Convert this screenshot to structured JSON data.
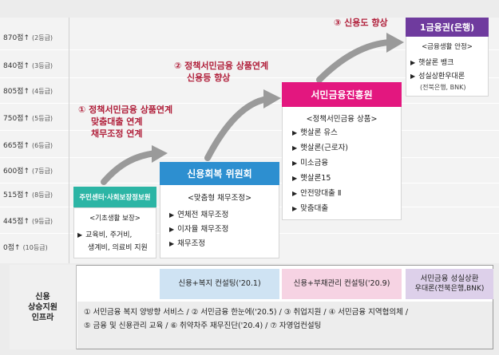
{
  "axis": {
    "levels": [
      {
        "score": "870점↑",
        "grade": "(2등급)"
      },
      {
        "score": "840점↑",
        "grade": "(3등급)"
      },
      {
        "score": "805점↑",
        "grade": "(4등급)"
      },
      {
        "score": "750점↑",
        "grade": "(5등급)"
      },
      {
        "score": "665점↑",
        "grade": "(6등급)"
      },
      {
        "score": "600점↑",
        "grade": "(7등급)"
      },
      {
        "score": "515점↑",
        "grade": "(8등급)"
      },
      {
        "score": "445점↑",
        "grade": "(9등급)"
      },
      {
        "score": "0점↑",
        "grade": "(10등급)"
      }
    ]
  },
  "stages": {
    "center": {
      "title": "주민센터·사회보장정보원",
      "subtitle": "<기초생활 보장>",
      "items": [
        "교육비, 주거비,",
        "생계비, 의료비 지원"
      ]
    },
    "recovery": {
      "title": "신용회복 위원회",
      "subtitle": "<맞춤형 채무조정>",
      "items": [
        "연체전 채무조정",
        "이자율 채무조정",
        "채무조정"
      ]
    },
    "kinfa": {
      "title": "서민금융진흥원",
      "subtitle": "<정책서민금융 상품>",
      "items": [
        "햇살론 유스",
        "햇살론(근로자)",
        "미소금융",
        "햇살론15",
        "안전망대출 Ⅱ",
        "맞춤대출"
      ]
    },
    "bank": {
      "title": "1금융권(은행)",
      "subtitle": "<금융생활 안정>",
      "items": [
        "햇살론 뱅크",
        "성실상환우대론"
      ],
      "note": "(전북은행, BNK)"
    }
  },
  "callouts": {
    "step1": [
      "① 정책서민금융 상품연계",
      "맞춤대출 연계",
      "채무조정 연계"
    ],
    "step2": [
      "② 정책서민금융 상품연계",
      "신용등 향상"
    ],
    "step3": "③ 신용도 향상"
  },
  "infra": {
    "label_lines": [
      "신용",
      "상승지원",
      "인프라"
    ],
    "consult1": "신용+복지 컨설팅('20.1)",
    "consult2": "신용+부채관리 컨설팅('20.9)",
    "consult3_lines": [
      "서민금융 성실상환",
      "우대론(전북은행,BNK)"
    ],
    "list_lines": [
      "① 서민금융 복지 양방향 서비스 / ② 서민금융 한눈에('20.5) / ③ 취업지원 / ④ 서민금융 지역협의체 /",
      "⑤ 금융 및 신용관리 교육 / ⑥ 취약차주 재무진단('20.4) / ⑦ 자영업컨설팅"
    ]
  },
  "colors": {
    "center": "#2cb5a5",
    "recovery": "#2d8fd0",
    "kinfa": "#e3177f",
    "bank": "#6f3b9e",
    "accent_red": "#b01f3a",
    "consult1_bg": "#cfe3f3",
    "consult2_bg": "#f6d3e3",
    "consult3_bg": "#ddd0ea"
  }
}
